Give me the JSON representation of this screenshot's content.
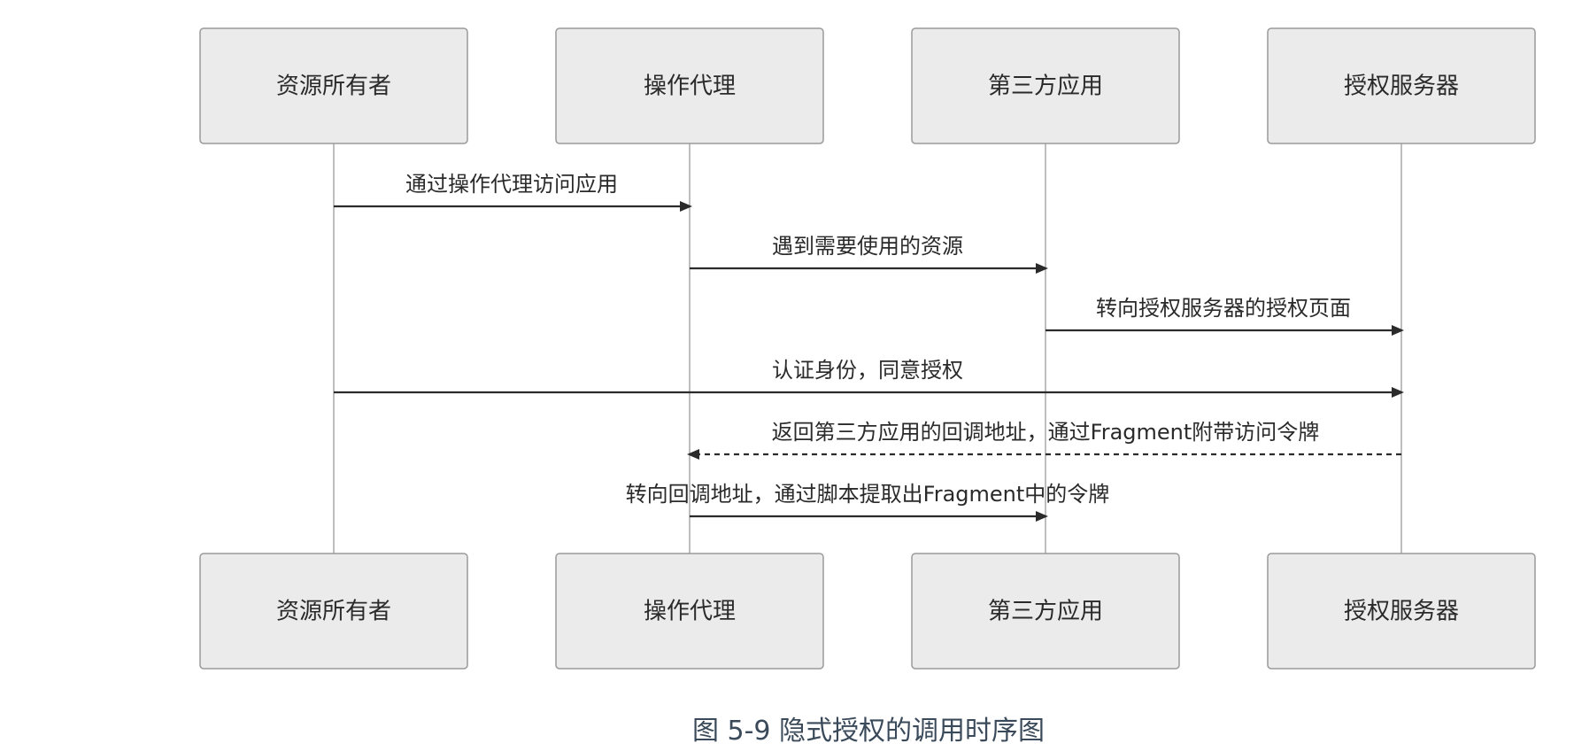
{
  "actors": [
    {
      "id": "owner",
      "label": "资源所有者"
    },
    {
      "id": "agent",
      "label": "操作代理"
    },
    {
      "id": "app",
      "label": "第三方应用"
    },
    {
      "id": "auth",
      "label": "授权服务器"
    }
  ],
  "messages": [
    {
      "from": "owner",
      "to": "agent",
      "label": "通过操作代理访问应用",
      "style": "solid"
    },
    {
      "from": "agent",
      "to": "app",
      "label": "遇到需要使用的资源",
      "style": "solid"
    },
    {
      "from": "app",
      "to": "auth",
      "label": "转向授权服务器的授权页面",
      "style": "solid"
    },
    {
      "from": "owner",
      "to": "auth",
      "label": "认证身份，同意授权",
      "style": "solid"
    },
    {
      "from": "auth",
      "to": "agent",
      "label": "返回第三方应用的回调地址，通过Fragment附带访问令牌",
      "style": "dashed"
    },
    {
      "from": "agent",
      "to": "app",
      "label": "转向回调地址，通过脚本提取出Fragment中的令牌",
      "style": "solid"
    }
  ],
  "caption": "图 5-9 隐式授权的调用时序图",
  "colors": {
    "box_fill": "#ebebeb",
    "box_stroke": "#9a9a9a",
    "line": "#2b2b2b",
    "lifeline": "#a8a8a8",
    "caption": "#3a4a5a"
  }
}
